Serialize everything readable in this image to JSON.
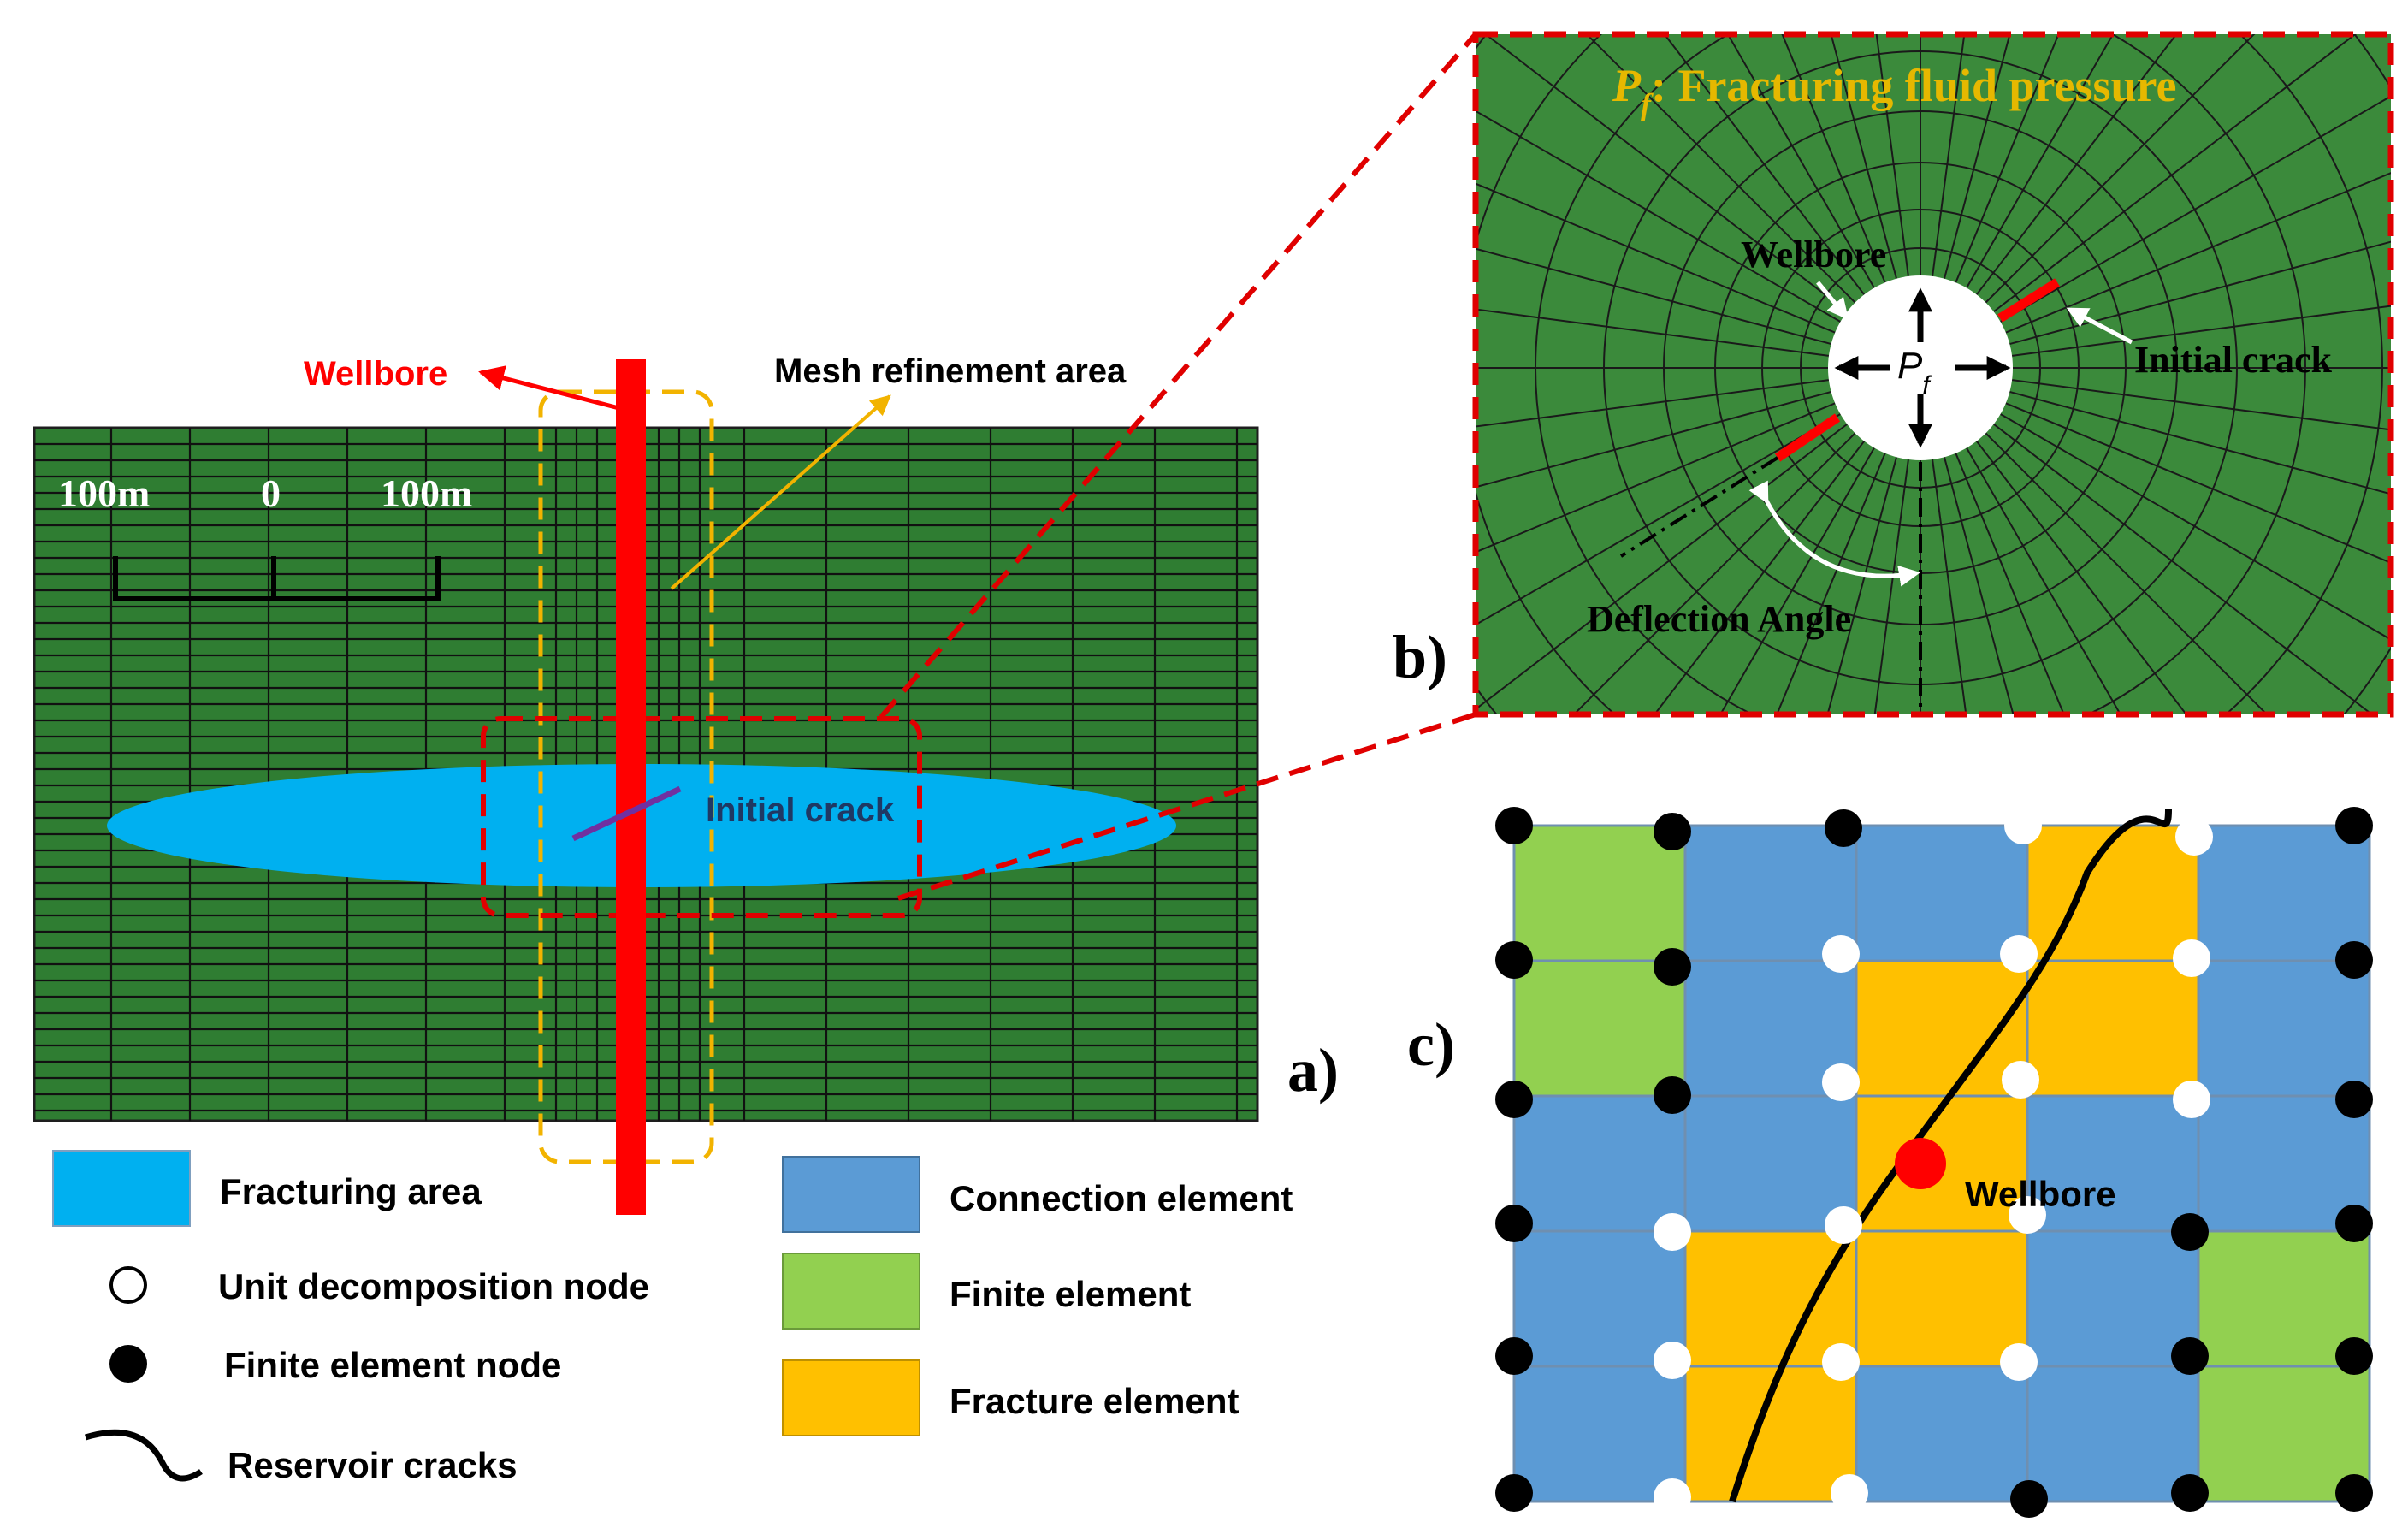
{
  "panel_a": {
    "label": "a)",
    "wellbore_label": "Wellbore",
    "mesh_label": "Mesh refinement area",
    "initial_crack_label": "Initial crack",
    "scale": {
      "left": "100m",
      "center": "0",
      "right": "100m"
    }
  },
  "panel_b": {
    "label": "b)",
    "title_symbol": "P",
    "title_subscript": "f",
    "title_text": ":   Fracturing fluid pressure",
    "wellbore_label": "Wellbore",
    "initial_crack_label": "Initial crack",
    "pressure_symbol": "P",
    "pressure_subscript": "f",
    "deflection_label": "Deflection Angle"
  },
  "panel_c": {
    "label": "c)",
    "wellbore_label": "Wellbore",
    "grid": [
      [
        "finite",
        "connection",
        "connection",
        "fracture",
        "connection"
      ],
      [
        "finite",
        "connection",
        "fracture",
        "fracture",
        "connection"
      ],
      [
        "connection",
        "connection",
        "fracture",
        "connection",
        "connection"
      ],
      [
        "connection",
        "fracture",
        "fracture",
        "connection",
        "finite"
      ],
      [
        "connection",
        "fracture",
        "connection",
        "connection",
        "finite"
      ]
    ]
  },
  "legend": {
    "fracturing_area": "Fracturing area",
    "unit_decomposition_node": "Unit decomposition node",
    "finite_element_node": "Finite element node",
    "reservoir_cracks": "Reservoir cracks",
    "connection_element": "Connection element",
    "finite_element": "Finite element",
    "fracture_element": "Fracture element"
  },
  "colors": {
    "mesh_green": "#2f7d32",
    "fracturing_area": "#00b0f0",
    "wellbore_red": "#ff0000",
    "refinement_box": "#f2b300",
    "zoom_box": "#e00000",
    "connection": "#5b9bd5",
    "finite": "#92d050",
    "fracture": "#ffc000",
    "title_yellow": "#e6b800"
  }
}
